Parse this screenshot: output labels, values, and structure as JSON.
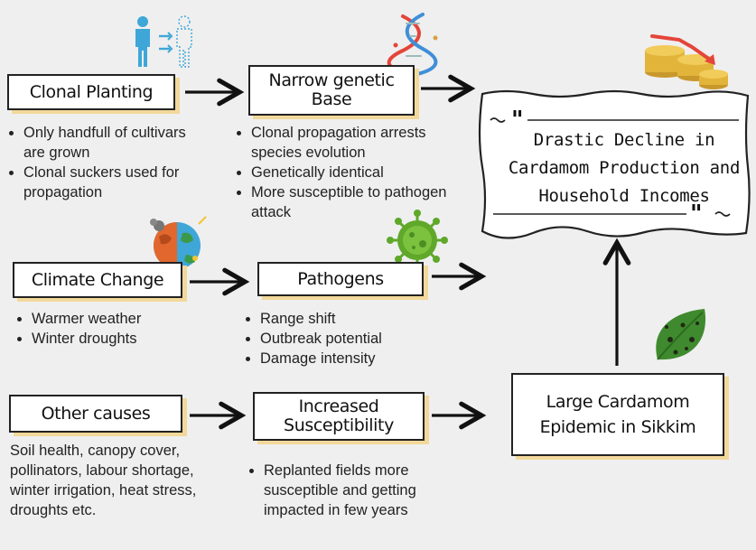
{
  "nodes": {
    "clonal_planting": "Clonal Planting",
    "narrow_genetic_base": "Narrow genetic Base",
    "climate_change": "Climate Change",
    "pathogens": "Pathogens",
    "other_causes": "Other causes",
    "increased_susceptibility": "Increased Susceptibility",
    "epidemic": "Large Cardamom Epidemic in Sikkim",
    "outcome": "Drastic Decline in Cardamom Production and Household Incomes"
  },
  "clonal_bullets": [
    "Only handfull of cultivars are grown",
    "Clonal suckers used for propagation"
  ],
  "genetic_bullets": [
    "Clonal propagation arrests species evolution",
    "Genetically identical",
    "More susceptible to pathogen attack"
  ],
  "climate_bullets": [
    "Warmer weather",
    "Winter droughts"
  ],
  "pathogen_bullets": [
    "Range shift",
    "Outbreak potential",
    "Damage intensity"
  ],
  "other_text": "Soil health, canopy cover, pollinators, labour shortage, winter irrigation, heat stress, droughts etc.",
  "susceptibility_bullets": [
    "Replanted fields more susceptible and getting impacted in few years"
  ],
  "colors": {
    "box_shadow": "#f2d89a",
    "background": "#efefef",
    "virus_green": "#5fa82a",
    "leaf_green": "#3f8a2e",
    "coin_gold": "#e2b43a",
    "person_blue": "#3ea7d8"
  },
  "icons": [
    "clone-person-icon",
    "dna-icon",
    "coins-decline-icon",
    "earth-climate-icon",
    "virus-icon",
    "diseased-leaf-icon"
  ]
}
